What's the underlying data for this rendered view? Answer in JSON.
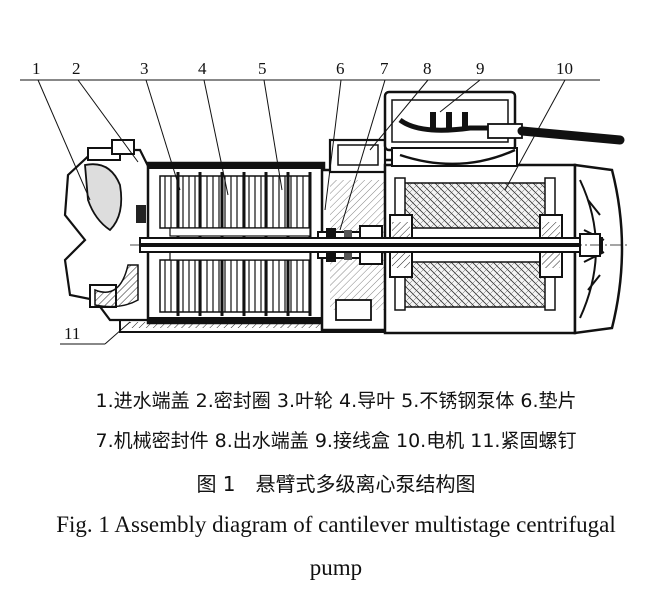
{
  "callouts": [
    "1",
    "2",
    "3",
    "4",
    "5",
    "6",
    "7",
    "8",
    "9",
    "10",
    "11"
  ],
  "legend": {
    "line1": "1.进水端盖 2.密封圈 3.叶轮 4.导叶 5.不锈钢泵体 6.垫片",
    "line2": "7.机械密封件 8.出水端盖 9.接线盒 10.电机 11.紧固螺钉"
  },
  "caption": {
    "zh": "图 1　悬臂式多级离心泵结构图",
    "en_line1": "Fig. 1 Assembly diagram of cantilever multistage centrifugal",
    "en_line2": "pump"
  }
}
